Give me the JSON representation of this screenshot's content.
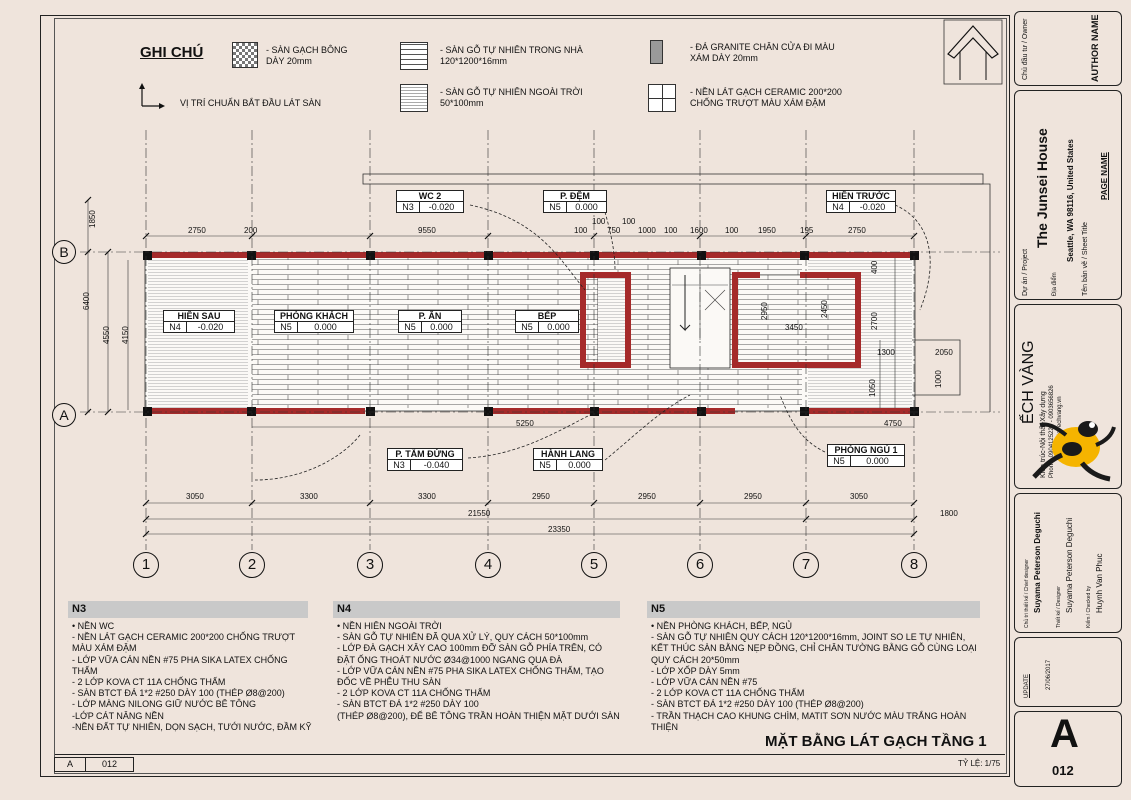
{
  "legend": {
    "title": "GHI CHÚ",
    "start_marker": "VỊ TRÍ CHUẨN BẮT ĐẦU LÁT SÀN",
    "items": [
      {
        "text1": "- SÀN GẠCH BÔNG",
        "text2": "DÀY 20mm"
      },
      {
        "text1": "- SÀN GỖ TỰ NHIÊN TRONG NHÀ",
        "text2": "120*1200*16mm"
      },
      {
        "text1": "- ĐÁ GRANITE CHÂN CỬA ĐI MÀU",
        "text2": "XÁM DÀY 20mm"
      },
      {
        "text1": "- SÀN GỖ TỰ NHIÊN NGOÀI TRỜI",
        "text2": "50*100mm"
      },
      {
        "text1": "- NỀN LÁT GẠCH CERAMIC 200*200",
        "text2": "CHỐNG TRƯỢT MÀU XÁM ĐẬM"
      }
    ]
  },
  "grid": {
    "rows": [
      "B",
      "A"
    ],
    "cols": [
      "1",
      "2",
      "3",
      "4",
      "5",
      "6",
      "7",
      "8"
    ]
  },
  "dims": {
    "top": [
      "2750",
      "200",
      "9550",
      "100",
      "750",
      "1000",
      "100",
      "1600",
      "100",
      "1950",
      "195",
      "2750"
    ],
    "top_small": [
      "100"
    ],
    "bottom_row1": [
      "3050",
      "3300",
      "3300",
      "2950",
      "2950",
      "2950",
      "3050"
    ],
    "bottom_row2": [
      "21550",
      "1800"
    ],
    "bottom_total": "23350",
    "mid_lower": [
      "5250",
      "4750"
    ],
    "left": [
      "1850",
      "6400",
      "4550",
      "4150"
    ],
    "right": [
      "400",
      "2700",
      "1300",
      "1050",
      "2050",
      "1000",
      "2950",
      "2450",
      "3450"
    ]
  },
  "rooms": [
    {
      "name": "WC 2",
      "code": "N3",
      "level": "-0.020"
    },
    {
      "name": "P. ĐỆM",
      "code": "N5",
      "level": "0.000"
    },
    {
      "name": "HIÊN TRƯỚC",
      "code": "N4",
      "level": "-0.020"
    },
    {
      "name": "HIÊN SAU",
      "code": "N4",
      "level": "-0.020"
    },
    {
      "name": "PHÒNG KHÁCH",
      "code": "N5",
      "level": "0.000"
    },
    {
      "name": "P. ĂN",
      "code": "N5",
      "level": "0.000"
    },
    {
      "name": "BẾP",
      "code": "N5",
      "level": "0.000"
    },
    {
      "name": "P. TẮM ĐỨNG",
      "code": "N3",
      "level": "-0.040"
    },
    {
      "name": "HÀNH LANG",
      "code": "N5",
      "level": "0.000"
    },
    {
      "name": "PHÒNG NGỦ 1",
      "code": "N5",
      "level": "0.000"
    }
  ],
  "notes": [
    {
      "title": "N3",
      "lines": [
        "• NỀN WC",
        "- NỀN LÁT GẠCH CERAMIC 200*200 CHỐNG TRƯỢT MÀU XÁM ĐẬM",
        "- LỚP VỮA CÁN NỀN #75 PHA SIKA LATEX CHỐNG THẤM",
        "- 2 LỚP KOVA CT 11A CHỐNG THẤM",
        "- SÀN BTCT ĐÁ 1*2 #250 DÀY 100 (THÉP Ø8@200)",
        "- LỚP MÀNG NILONG GIỮ NƯỚC BÊ TÔNG",
        "-LỚP CÁT NÂNG NỀN",
        "-NỀN ĐẤT TỰ NHIÊN, DỌN SẠCH,  TƯỚI NƯỚC, ĐẦM KỸ"
      ]
    },
    {
      "title": "N4",
      "lines": [
        "• NỀN HIÊN NGOÀI TRỜI",
        "- SÀN GỖ TỰ NHIÊN ĐÃ QUA XỬ LÝ, QUY CÁCH 50*100mm",
        "- LỚP ĐÀ GẠCH XÂY CAO 100mm ĐỠ SÀN GỖ PHÍA TRÊN, CÓ ĐẶT ỐNG THOÁT NƯỚC Ø34@1000 NGANG QUA ĐÀ",
        "- LỚP VỮA CÁN NỀN #75 PHA SIKA LATEX CHỐNG THẤM, TẠO ĐỐC VỀ PHỄU THU SÀN",
        "- 2 LỚP KOVA CT 11A CHỐNG THẤM",
        "- SÀN BTCT ĐÁ 1*2 #250 DÀY 100",
        "(THÉP Ø8@200), ĐỂ BÊ TÔNG TRẦN HOÀN THIỆN MẶT DƯỚI SÀN"
      ]
    },
    {
      "title": "N5",
      "lines": [
        "• NỀN PHÒNG KHÁCH, BẾP, NGỦ",
        "- SÀN GỖ TỰ NHIÊN QUY CÁCH 120*1200*16mm, JOINT SO LE TỰ NHIÊN, KẾT THÚC SÀN BẰNG NẸP ĐỒNG, CHỈ CHÂN TƯỜNG BẰNG GỖ CÙNG LOẠI QUY CÁCH 20*50mm",
        "- LỚP XỐP DÀY 5mm",
        "- LỚP VỮA CÁN NỀN #75",
        "- 2 LỚP KOVA CT 11A CHỐNG THẤM",
        "- SÀN BTCT ĐÁ 1*2 #250 DÀY 100 (THÉP Ø8@200)",
        "- TRẦN THẠCH CAO KHUNG CHÌM, MATIT SƠN NƯỚC MÀU TRẮNG HOÀN THIỆN"
      ]
    }
  ],
  "sheet": {
    "title": "MẶT BẰNG LÁT GẠCH TẦNG 1",
    "scale": "TỶ LỆ: 1/75",
    "sheet_letter": "A",
    "sheet_number": "012"
  },
  "titleblock": {
    "owner_label": "Chủ đầu tư / Owner",
    "owner_name": "AUTHOR NAME",
    "project_label": "Dự án / Project",
    "project_name": "The Junsei House",
    "location_label": "Địa điểm",
    "location": "Seattle, WA 98116, United States",
    "sheet_title_label": "Tên bản vẽ / Sheet Title",
    "page_name": "PAGE NAME",
    "firm_name": "ẾCH VÀNG",
    "firm_sub": "Kiến trúc-Nội thất-Xây dựng",
    "firm_phone": "Phone: 0904125225 - 0903656826",
    "firm_web": "Website: echvang.vn",
    "chief_label": "Chủ trì thiết kế / Chief designer",
    "chief_name": "Suyama Peterson Deguchi",
    "designer_label": "Thiết kế / Designer",
    "designer_name": "Suyama Peterson Deguchi",
    "checker_label": "Kiểm / Checked by",
    "checker_name": "Huynh Van Phuc",
    "update_label": "UPDATE",
    "update_date": "27/06/2017",
    "letter": "A",
    "number": "012"
  },
  "colors": {
    "paper": "#efe4dc",
    "wall": "#a52a2a",
    "column": "#111111",
    "header_bar": "#c9c9c9",
    "frog": "#f5b400"
  }
}
